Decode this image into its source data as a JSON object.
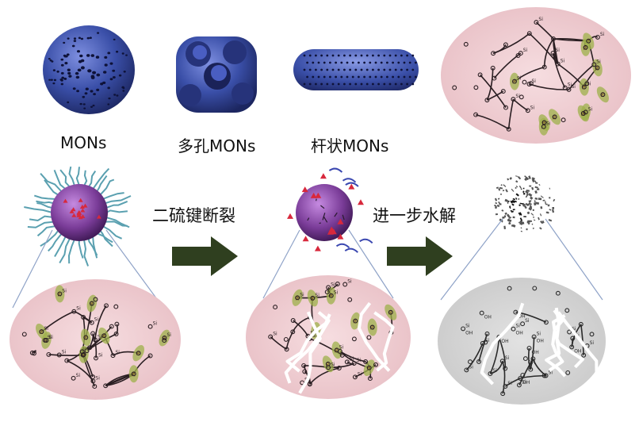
{
  "top_row": {
    "labels": [
      "MONs",
      "多孔MONs",
      "杆状MONs"
    ]
  },
  "bottom_row": {
    "steps": [
      "二硫键断裂",
      "进一步水解"
    ]
  },
  "network": {
    "atoms": [
      "Si",
      "O",
      "S",
      "R",
      "OH"
    ]
  },
  "colors": {
    "sphere_blue": "#3a4fa8",
    "pink_disc": "#f1d4d8",
    "gray_disc": "#d6d6d6",
    "arrow_green": "#2f3f1f",
    "particle_purple": "#7a3c98",
    "ligand_teal": "#5aa0b0",
    "r_group_green": "#9db04a"
  }
}
